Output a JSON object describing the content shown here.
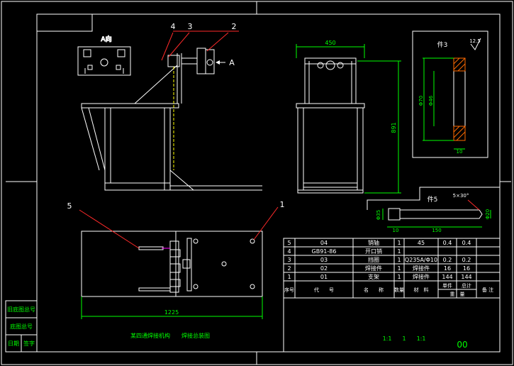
{
  "colors": {
    "background": "#000000",
    "outline": "#ffffff",
    "dimension": "#00ff00",
    "leader": "#ff2a2a",
    "centerline": "#ffff00",
    "hatch": "#ff6a00",
    "accent": "#ff00ff"
  },
  "views": {
    "a_view_label": "A向",
    "arrow_label": "A"
  },
  "balloons": [
    "4",
    "3",
    "2",
    "5",
    "1"
  ],
  "dimensions": {
    "side_width": "450",
    "side_height": "891",
    "bottom_length": "1225",
    "pin_length": "150",
    "pin_diameter": "Φ35",
    "pin_tip_diameter": "Φ20",
    "pin_head": "10",
    "chamfer": "5×30°",
    "ring_outer": "Φ70",
    "ring_inner": "Φ46",
    "ring_width": "10",
    "roughness": "12.5"
  },
  "detail_labels": {
    "part3": "件3",
    "part5": "件5"
  },
  "bom": {
    "rows": [
      {
        "no": "5",
        "code": "04",
        "name": "销轴",
        "qty": "1",
        "material": "45",
        "unit_w": "0.4",
        "total_w": "0.4"
      },
      {
        "no": "4",
        "code": "GB91-86",
        "name": "开口销",
        "qty": "1",
        "material": "",
        "unit_w": "",
        "total_w": ""
      },
      {
        "no": "3",
        "code": "03",
        "name": "挡圈",
        "qty": "1",
        "material": "Q235A/Φ10",
        "unit_w": "0.2",
        "total_w": "0.2"
      },
      {
        "no": "2",
        "code": "02",
        "name": "焊接件",
        "qty": "1",
        "material": "焊接件",
        "unit_w": "16",
        "total_w": "16"
      },
      {
        "no": "1",
        "code": "01",
        "name": "支架",
        "qty": "1",
        "material": "焊接件",
        "unit_w": "144",
        "total_w": "144"
      }
    ],
    "header": {
      "no": "序号",
      "code": "代　　号",
      "name": "名　　称",
      "qty": "数量",
      "material": "材　料",
      "unit_w": "单件",
      "total_w": "总计",
      "weight": "重　量",
      "remark": "备 注"
    }
  },
  "title_block": {
    "drawing_title": "某四通焊接机构",
    "drawing_subtitle": "焊接总装图",
    "scale_row": [
      "1:1",
      "1",
      "1:1"
    ],
    "drawing_number": "00"
  },
  "left_strip": {
    "cells": [
      "旧底图总号",
      "底图总号",
      "日期",
      "签字"
    ]
  }
}
